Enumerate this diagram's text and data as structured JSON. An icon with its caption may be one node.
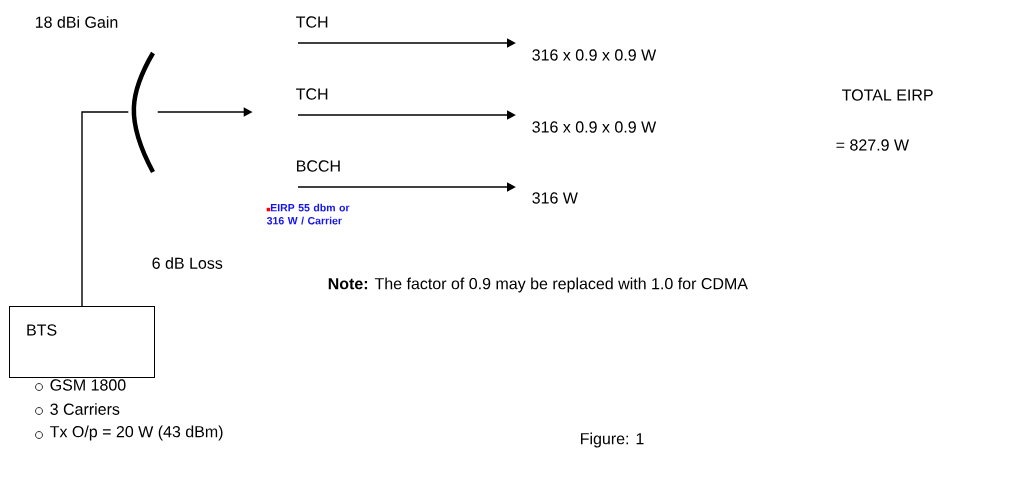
{
  "diagram": {
    "caption": "Figure: 1",
    "nodes": [
      {
        "text": [
          "BTS"
        ],
        "beside": [
          "GSM 1800",
          "3 Carriers",
          "Tx O/p = 20 W (43 dBm)"
        ]
      },
      {
        "text": [],
        "shape": "picture",
        "beside": [
          "18 dBi Gain"
        ]
      },
      {
        "text": [
          "316 x 0.9 x 0.9 W"
        ]
      },
      {
        "text": [
          "316 x 0.9 x 0.9 W"
        ]
      },
      {
        "text": [
          "316 W"
        ]
      }
    ],
    "edges": [
      {
        "from": 0,
        "to": 1,
        "arrow": "none",
        "label": "6 dB Loss"
      },
      {
        "from": 1,
        "to": null,
        "arrow": "to"
      },
      {
        "from": null,
        "to": 2,
        "arrow": "to",
        "label": "TCH"
      },
      {
        "from": null,
        "to": 3,
        "arrow": "to",
        "label": "TCH"
      },
      {
        "from": null,
        "to": 4,
        "arrow": "to",
        "label": "BCCH"
      }
    ],
    "labels": [
      "EIRP 55 dbm or 316 W / Carrier",
      "TOTAL EIRP",
      "= 827.9 W",
      "**Note:** The factor of 0.9 may be replaced with 1.0 for CDMA"
    ]
  }
}
